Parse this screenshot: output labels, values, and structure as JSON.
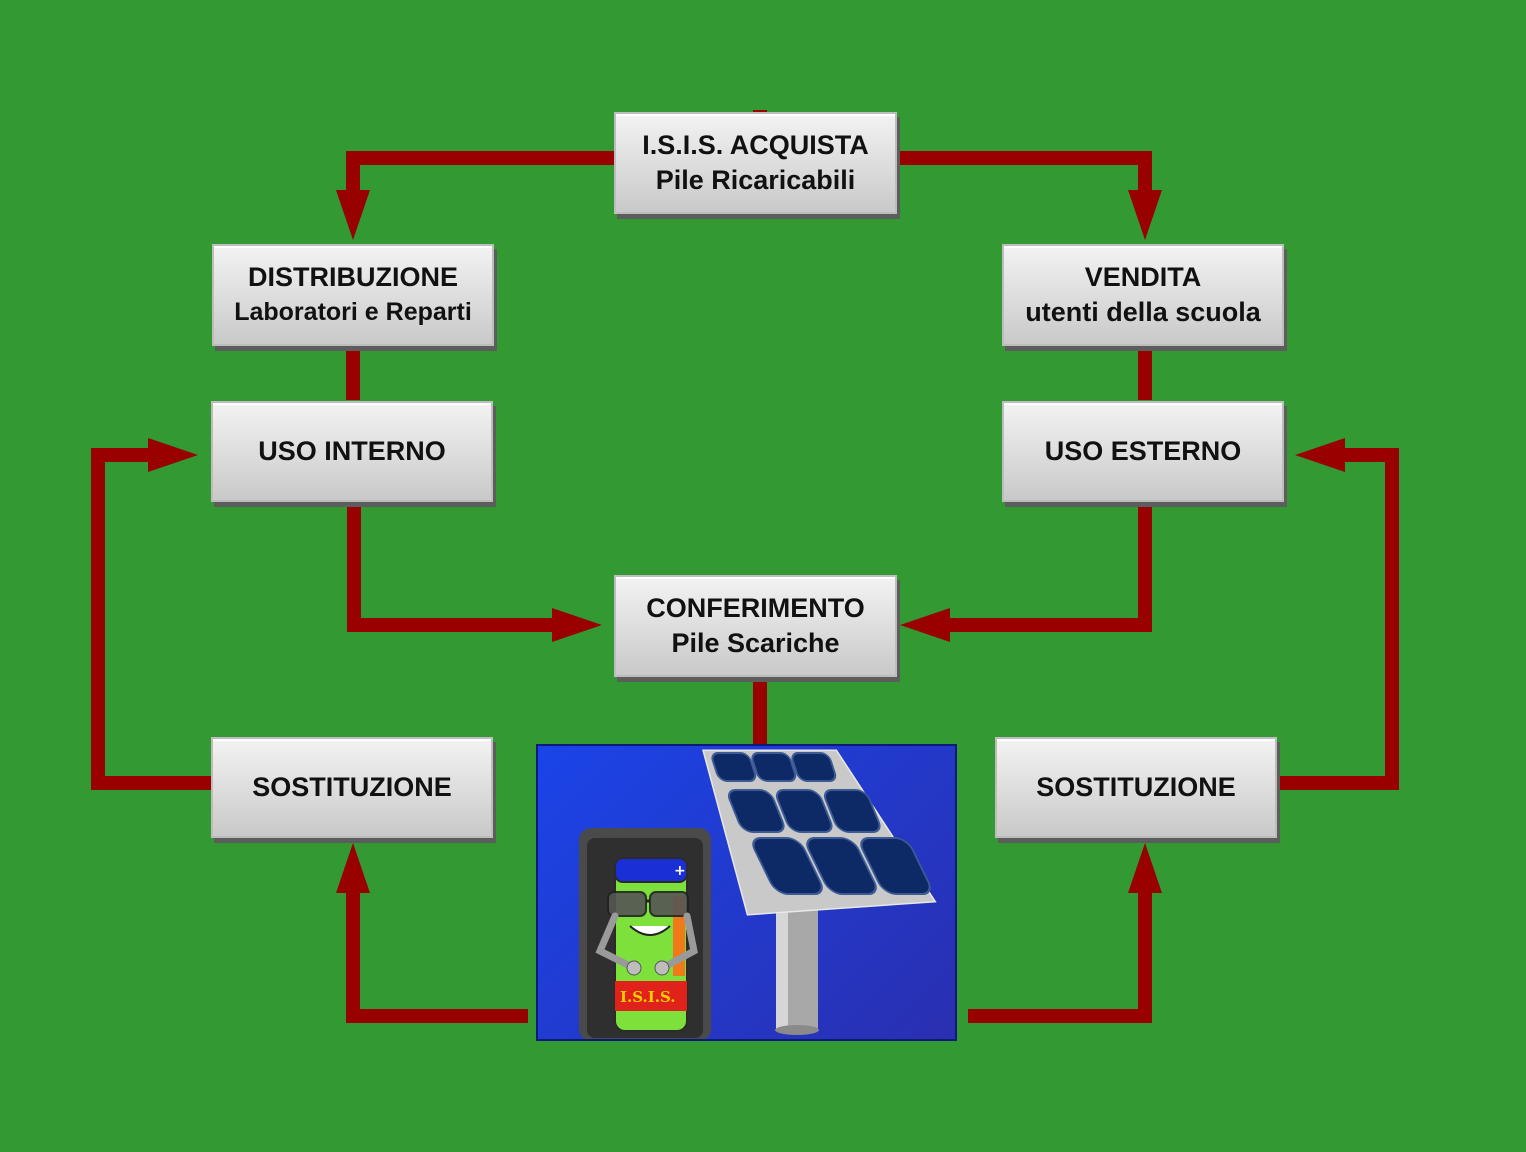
{
  "colors": {
    "background": "#339933",
    "arrow": "#990000",
    "box_fill": "#dcdcdc",
    "panel_blue": "#1f3fd6"
  },
  "nodes": {
    "acquista": {
      "line1": "I.S.I.S.   ACQUISTA",
      "line2": "Pile Ricaricabili"
    },
    "distribuzione": {
      "line1": "DISTRIBUZIONE",
      "line2": "Laboratori e Reparti"
    },
    "vendita": {
      "line1": "VENDITA",
      "line2": "utenti della scuola"
    },
    "uso_interno": {
      "line1": "USO  INTERNO"
    },
    "uso_esterno": {
      "line1": "USO ESTERNO"
    },
    "conferimento": {
      "line1": "CONFERIMENTO",
      "line2": "Pile Scariche"
    },
    "sostituzione_left": {
      "line1": "SOSTITUZIONE"
    },
    "sostituzione_right": {
      "line1": "SOSTITUZIONE"
    }
  },
  "illustration": {
    "battery_label": "I.S.I.S.",
    "battery_plus": "+",
    "icons": [
      "battery-mascot-icon",
      "solar-panel-icon"
    ]
  }
}
